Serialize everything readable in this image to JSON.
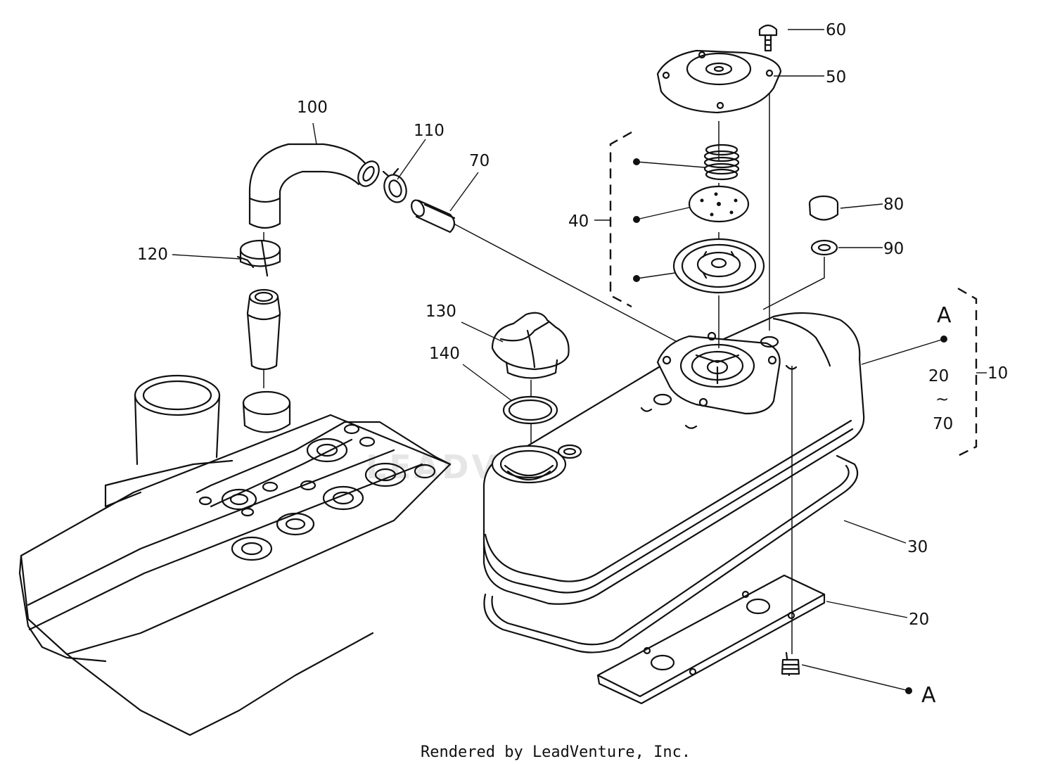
{
  "diagram": {
    "watermark": "LEADVENTURE",
    "footer": "Rendered by LeadVenture, Inc.",
    "callouts": {
      "c10": "10",
      "c20": "20",
      "c30": "30",
      "c40": "40",
      "c50": "50",
      "c60": "60",
      "c70": "70",
      "c80": "80",
      "c90": "90",
      "c100": "100",
      "c110": "110",
      "c120": "120",
      "c130": "130",
      "c140": "140"
    },
    "ref_marks": {
      "top": "A",
      "bottom": "A"
    },
    "range_note": {
      "from": "20",
      "tilde": "~",
      "to": "70"
    }
  }
}
